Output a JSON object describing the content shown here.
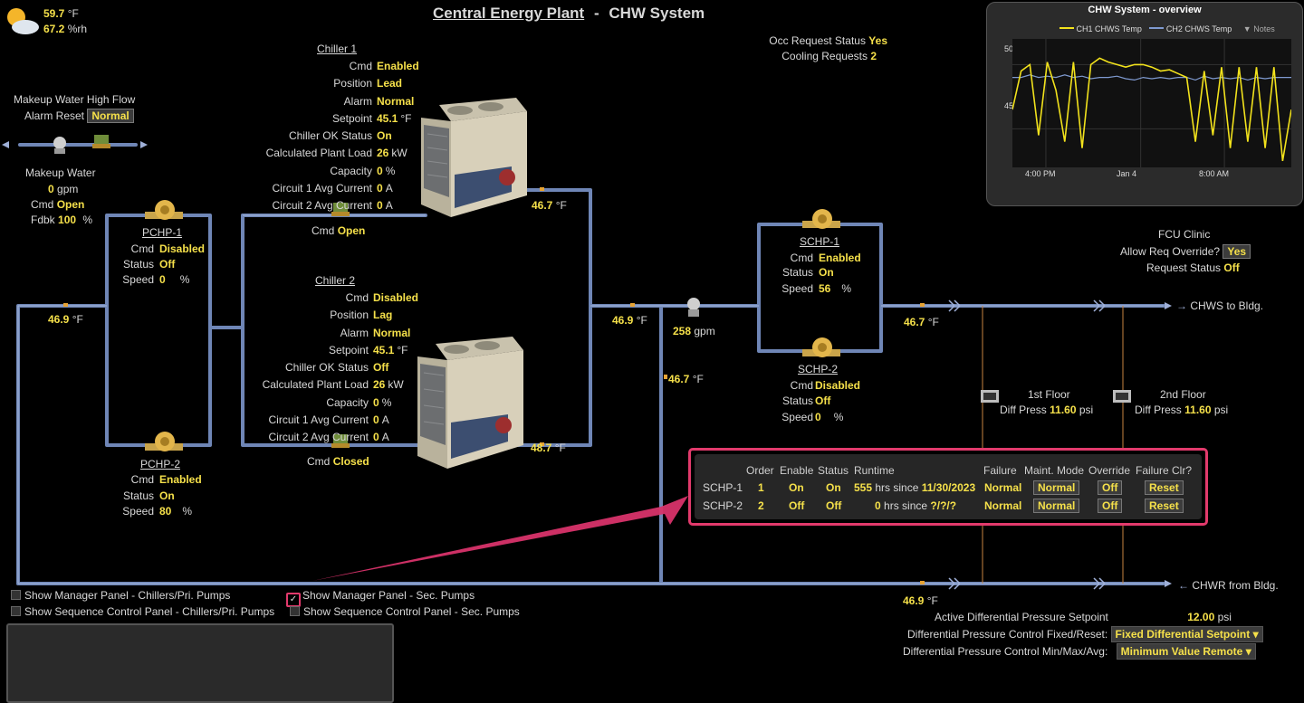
{
  "header": {
    "title_main": "Central Energy Plant",
    "title_sep": "-",
    "title_sub": "CHW System"
  },
  "weather": {
    "temp": "59.7",
    "temp_unit": "°F",
    "rh": "67.2",
    "rh_unit": "%rh"
  },
  "occ": {
    "label": "Occ Request Status",
    "value": "Yes",
    "cool_label": "Cooling Requests",
    "cool_value": "2"
  },
  "makeup": {
    "high_flow_title": "Makeup Water High Flow",
    "alarm_reset_label": "Alarm Reset",
    "alarm_reset_value": "Normal",
    "title": "Makeup Water",
    "flow": "0",
    "flow_unit": "gpm",
    "cmd_label": "Cmd",
    "cmd": "Open",
    "fdbk_label": "Fdbk",
    "fdbk": "100",
    "fdbk_unit": "%"
  },
  "temps": {
    "return_main": "46.9",
    "ch1_leave": "46.7",
    "ch2_leave": "48.7",
    "common": "46.9",
    "bypass": "46.7",
    "chws": "46.7",
    "chwr": "46.9",
    "unit": "°F",
    "flow": "258",
    "flow_unit": "gpm"
  },
  "chiller1": {
    "title": "Chiller 1",
    "rows": [
      {
        "label": "Cmd",
        "value": "Enabled",
        "unit": ""
      },
      {
        "label": "Position",
        "value": "Lead",
        "unit": ""
      },
      {
        "label": "Alarm",
        "value": "Normal",
        "unit": ""
      },
      {
        "label": "Setpoint",
        "value": "45.1",
        "unit": "°F"
      },
      {
        "label": "Chiller OK Status",
        "value": "On",
        "unit": ""
      },
      {
        "label": "Calculated Plant Load",
        "value": "26",
        "unit": "kW"
      },
      {
        "label": "Capacity",
        "value": "0",
        "unit": "%"
      },
      {
        "label": "Circuit 1 Avg Current",
        "value": "0",
        "unit": "A"
      },
      {
        "label": "Circuit 2 Avg Current",
        "value": "0",
        "unit": "A"
      }
    ],
    "valve_cmd_label": "Cmd",
    "valve_cmd": "Open"
  },
  "chiller2": {
    "title": "Chiller 2",
    "rows": [
      {
        "label": "Cmd",
        "value": "Disabled",
        "unit": ""
      },
      {
        "label": "Position",
        "value": "Lag",
        "unit": ""
      },
      {
        "label": "Alarm",
        "value": "Normal",
        "unit": ""
      },
      {
        "label": "Setpoint",
        "value": "45.1",
        "unit": "°F"
      },
      {
        "label": "Chiller OK Status",
        "value": "Off",
        "unit": ""
      },
      {
        "label": "Calculated Plant Load",
        "value": "26",
        "unit": "kW"
      },
      {
        "label": "Capacity",
        "value": "0",
        "unit": "%"
      },
      {
        "label": "Circuit 1 Avg Current",
        "value": "0",
        "unit": "A"
      },
      {
        "label": "Circuit 2 Avg Current",
        "value": "0",
        "unit": "A"
      }
    ],
    "valve_cmd_label": "Cmd",
    "valve_cmd": "Closed"
  },
  "pchp1": {
    "title": "PCHP-1",
    "cmd_label": "Cmd",
    "cmd": "Disabled",
    "status_label": "Status",
    "status": "Off",
    "speed_label": "Speed",
    "speed": "0",
    "speed_unit": "%"
  },
  "pchp2": {
    "title": "PCHP-2",
    "cmd_label": "Cmd",
    "cmd": "Enabled",
    "status_label": "Status",
    "status": "On",
    "speed_label": "Speed",
    "speed": "80",
    "speed_unit": "%"
  },
  "schp1": {
    "title": "SCHP-1",
    "cmd_label": "Cmd",
    "cmd": "Enabled",
    "status_label": "Status",
    "status": "On",
    "speed_label": "Speed",
    "speed": "56",
    "speed_unit": "%"
  },
  "schp2": {
    "title": "SCHP-2",
    "cmd_label": "Cmd",
    "cmd": "Disabled",
    "status_label": "Status",
    "status": "Off",
    "speed_label": "Speed",
    "speed": "0",
    "speed_unit": "%"
  },
  "fcu": {
    "title": "FCU Clinic",
    "override_label": "Allow Req Override?",
    "override": "Yes",
    "req_label": "Request Status",
    "req": "Off"
  },
  "floors": {
    "f1_title": "1st Floor",
    "f1_label": "Diff Press",
    "f1_value": "11.60",
    "f1_unit": "psi",
    "f2_title": "2nd Floor",
    "f2_label": "Diff Press",
    "f2_value": "11.60",
    "f2_unit": "psi"
  },
  "flow_labels": {
    "chws": "CHWS to Bldg.",
    "chwr": "CHWR from Bldg."
  },
  "manager_panel": {
    "headers": [
      "Order",
      "Enable",
      "Status",
      "Runtime",
      "Failure",
      "Maint. Mode",
      "Override",
      "Failure Clr?"
    ],
    "rows": [
      {
        "name": "SCHP-1",
        "order": "1",
        "enable": "On",
        "status": "On",
        "hours": "555",
        "hrs_since": "hrs since",
        "date": "11/30/2023",
        "failure": "Normal",
        "maint": "Normal",
        "override": "Off",
        "clr": "Reset"
      },
      {
        "name": "SCHP-2",
        "order": "2",
        "enable": "Off",
        "status": "Off",
        "hours": "0",
        "hrs_since": "hrs since",
        "date": "?/?/?",
        "failure": "Normal",
        "maint": "Normal",
        "override": "Off",
        "clr": "Reset"
      }
    ]
  },
  "toggles": {
    "mgr_chillers": "Show Manager Panel - Chillers/Pri. Pumps",
    "seq_chillers": "Show Sequence Control Panel - Chillers/Pri. Pumps",
    "mgr_sec": "Show Manager Panel - Sec. Pumps",
    "seq_sec": "Show Sequence Control Panel - Sec. Pumps"
  },
  "dp": {
    "sp_label": "Active Differential Pressure Setpoint",
    "sp_value": "12.00",
    "sp_unit": "psi",
    "fixed_label": "Differential Pressure Control Fixed/Reset:",
    "fixed_value": "Fixed Differential Setpoint",
    "mode_label": "Differential Pressure Control Min/Max/Avg:",
    "mode_value": "Minimum Value Remote"
  },
  "trend": {
    "title": "CHW System - overview",
    "notes": "Notes",
    "colors": {
      "ch1": "#f2e21c",
      "ch2": "#7f9ad0",
      "accent_pink": "#e23a6c"
    },
    "chart_data": {
      "type": "line",
      "title": "CHW System - overview",
      "series": [
        {
          "name": "CH1 CHWS Temp",
          "values": [
            46.5,
            49.5,
            50.0,
            44.5,
            50.2,
            48.0,
            44.0,
            50.2,
            43.5,
            50.0,
            50.5,
            50.2,
            50.0,
            49.8,
            50.0,
            50.0,
            49.8,
            49.5,
            49.6,
            49.3,
            49.0,
            44.0,
            49.5,
            44.5,
            49.8,
            43.5,
            49.8,
            44.0,
            49.8,
            43.5,
            49.8,
            42.5,
            46.5
          ]
        },
        {
          "name": "CH2 CHWS Temp",
          "values": [
            49.0,
            49.0,
            49.2,
            49.0,
            49.1,
            49.0,
            49.2,
            49.0,
            49.1,
            48.9,
            49.0,
            49.0,
            49.1,
            48.9,
            48.8,
            49.0,
            48.9,
            49.0,
            48.9,
            49.0,
            49.0,
            48.8,
            49.1,
            48.9,
            49.0,
            48.9,
            49.0,
            48.8,
            49.0,
            48.9,
            49.0,
            49.0,
            49.0
          ]
        }
      ],
      "ylim": [
        42,
        52
      ],
      "yticks": [
        "50",
        "45"
      ],
      "xticks": [
        "4:00 PM",
        "Jan 4",
        "8:00 AM"
      ]
    }
  }
}
